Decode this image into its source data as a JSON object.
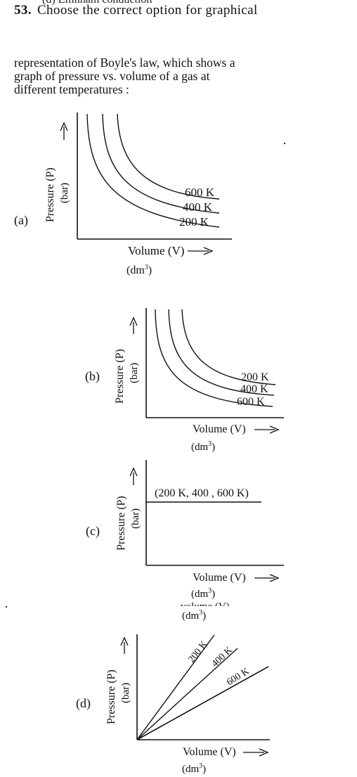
{
  "header_cutoff": "(d)  Ellinham conduction",
  "question": {
    "number": "53.",
    "first_line": "Choose the correct option for graphical",
    "para_lines": [
      "representation of Boyle's law, which shows a",
      "graph of pressure vs. volume of a gas at",
      "different temperatures :"
    ]
  },
  "axes": {
    "ylabel": "Pressure (P)",
    "yunit": "(bar)",
    "xlabel": "Volume (V)",
    "xunit": "(dm",
    "xunit_sup": "3",
    "xunit_close": ")"
  },
  "options": [
    {
      "label": "(a)",
      "curves": [
        "600 K",
        "400 K",
        "200 K"
      ]
    },
    {
      "label": "(b)",
      "curves": [
        "200 K",
        "400 K",
        "600 K"
      ]
    },
    {
      "label": "(c)",
      "curves": [
        "(200 K, 400 , 600 K)"
      ]
    },
    {
      "label": "(d)",
      "curves": [
        "200 K",
        "400 K",
        "600 K"
      ]
    }
  ],
  "stray": {
    "partial_label": "volume (V)"
  }
}
